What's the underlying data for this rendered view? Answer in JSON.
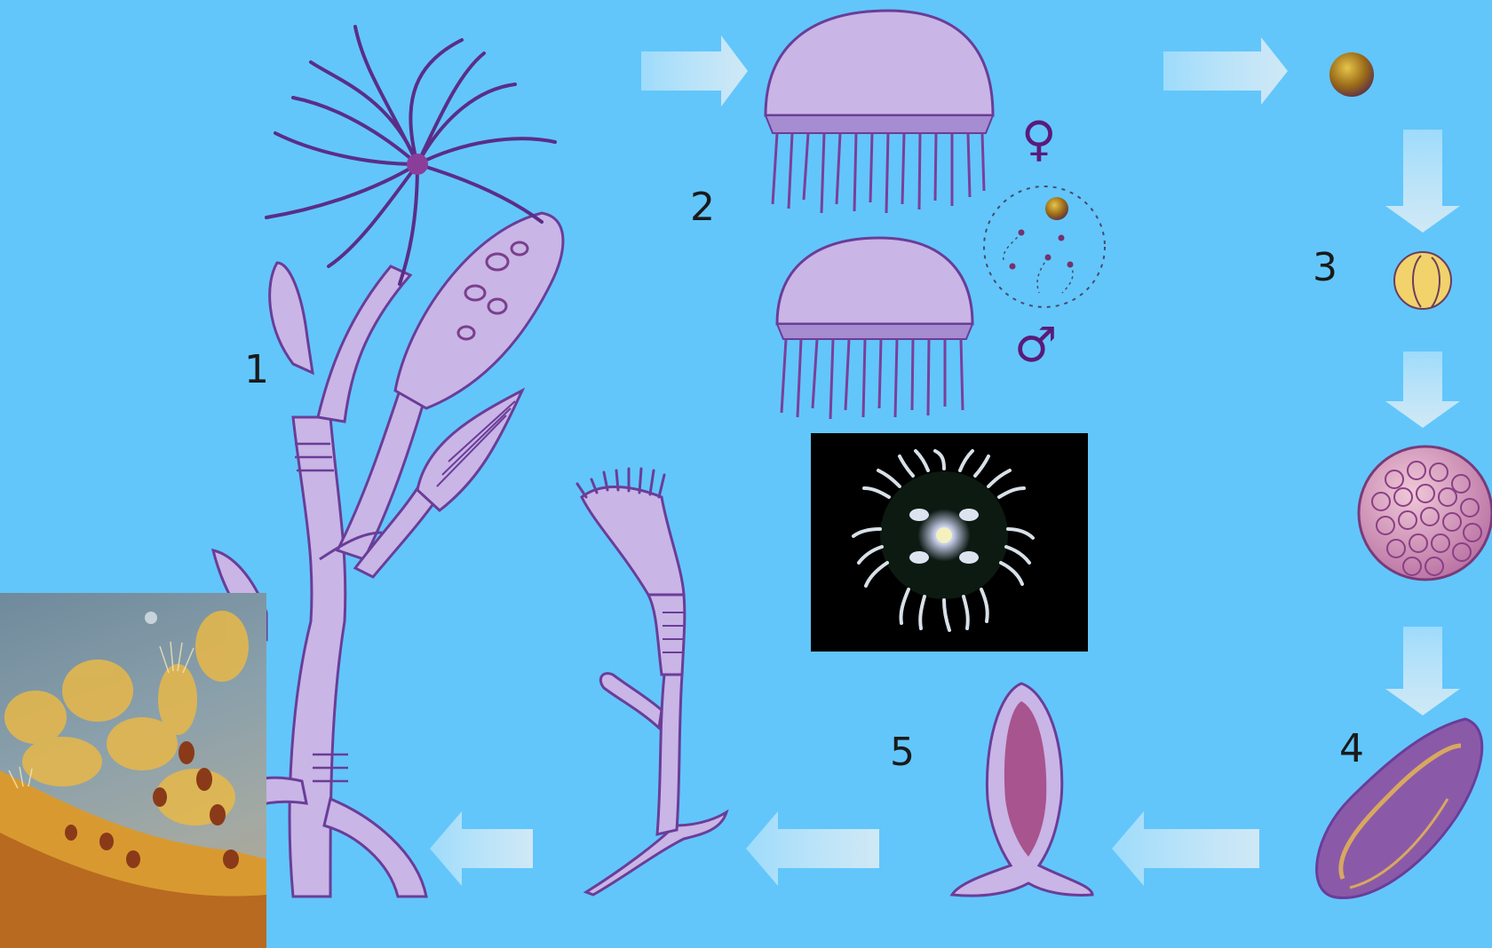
{
  "stage_labels": [
    "1",
    "2",
    "3",
    "4",
    "5"
  ],
  "sex_symbols": {
    "female": "♀",
    "male": "♂"
  },
  "colors": {
    "background": "#62c6fb",
    "drawing_fill": "#c9b5e6",
    "drawing_stroke": "#6a3d98",
    "arrow": "#c7e6f4",
    "egg": "#b8881a"
  }
}
